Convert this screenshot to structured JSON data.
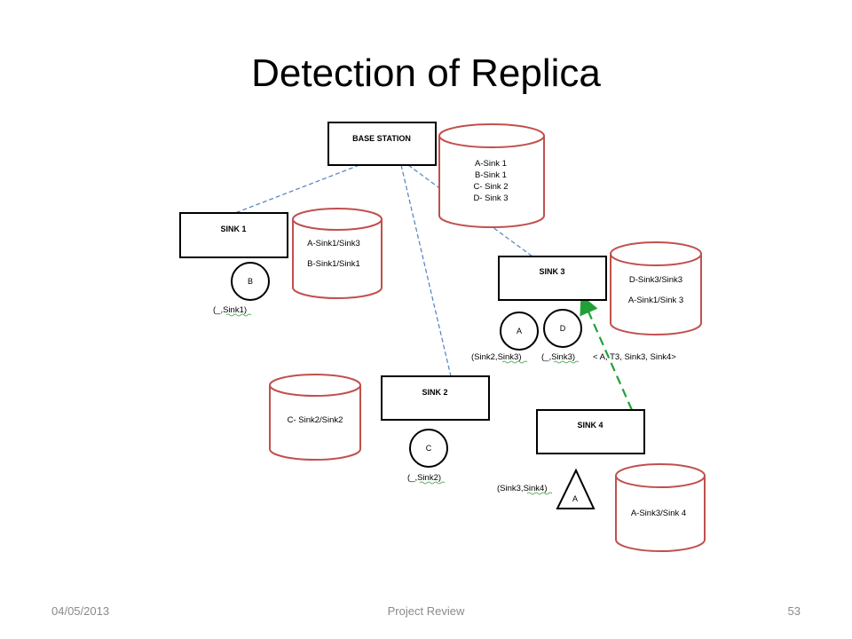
{
  "title": "Detection of Replica",
  "diagram": {
    "base_station": {
      "label": "BASE STATION",
      "db": [
        "A-Sink 1",
        "B-Sink 1",
        "C- Sink 2",
        "D- Sink 3"
      ]
    },
    "sink1": {
      "label": "SINK 1",
      "db": [
        "A-Sink1/Sink3",
        "B-Sink1/Sink1"
      ],
      "node": "B",
      "annotation": "(_,Sink1)"
    },
    "sink2": {
      "label": "SINK 2",
      "db": [
        "C- Sink2/Sink2"
      ],
      "node": "C",
      "annotation": "(_,Sink2)"
    },
    "sink3": {
      "label": "SINK 3",
      "db": [
        "D-Sink3/Sink3",
        "A-Sink1/Sink 3"
      ],
      "nodes": [
        "A",
        "D"
      ],
      "annotations": [
        "(Sink2,Sink3)",
        "(_,Sink3)"
      ],
      "message": "< A, T3, Sink3, Sink4>"
    },
    "sink4": {
      "label": "SINK 4",
      "db": [
        "A-Sink3/Sink 4"
      ],
      "node": "A",
      "annotation": "(Sink3,Sink4)"
    }
  },
  "footer": {
    "date": "04/05/2013",
    "center": "Project Review",
    "page": "53"
  },
  "colors": {
    "box_border": "#000000",
    "cylinder_border": "#c0504d",
    "link_dashed": "#4f81bd",
    "message_arrow": "#21a038"
  }
}
